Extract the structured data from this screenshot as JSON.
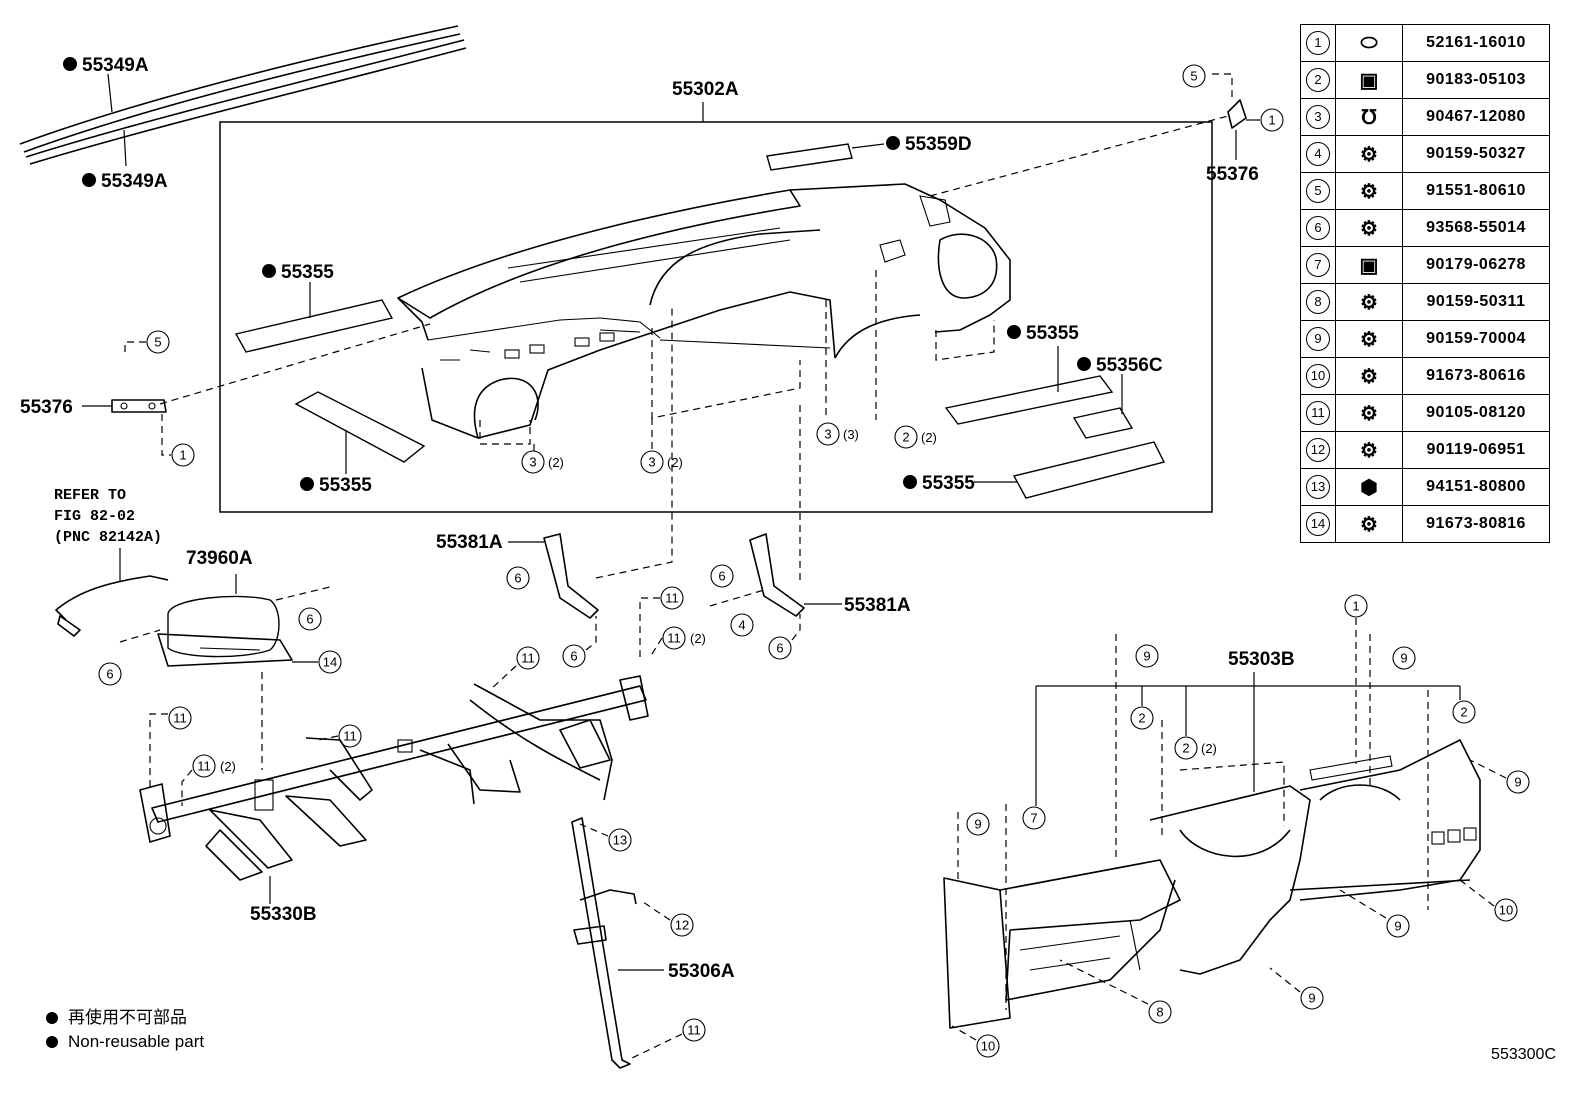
{
  "parts_table": [
    {
      "no": "1",
      "icon": "push-clip-icon",
      "part_no": "52161-16010"
    },
    {
      "no": "2",
      "icon": "speed-nut-icon",
      "part_no": "90183-05103"
    },
    {
      "no": "3",
      "icon": "spring-clip-icon",
      "part_no": "90467-12080"
    },
    {
      "no": "4",
      "icon": "washer-screw-icon",
      "part_no": "90159-50327"
    },
    {
      "no": "5",
      "icon": "washer-screw-icon",
      "part_no": "91551-80610"
    },
    {
      "no": "6",
      "icon": "washer-screw-icon",
      "part_no": "93568-55014"
    },
    {
      "no": "7",
      "icon": "speed-nut-icon",
      "part_no": "90179-06278"
    },
    {
      "no": "8",
      "icon": "washer-screw-icon",
      "part_no": "90159-50311"
    },
    {
      "no": "9",
      "icon": "washer-screw-icon",
      "part_no": "90159-70004"
    },
    {
      "no": "10",
      "icon": "flange-bolt-icon",
      "part_no": "91673-80616"
    },
    {
      "no": "11",
      "icon": "washer-screw-icon",
      "part_no": "90105-08120"
    },
    {
      "no": "12",
      "icon": "washer-screw-icon",
      "part_no": "90119-06951"
    },
    {
      "no": "13",
      "icon": "flange-nut-icon",
      "part_no": "94151-80800"
    },
    {
      "no": "14",
      "icon": "flange-bolt-icon",
      "part_no": "91673-80816"
    }
  ],
  "callouts": {
    "p55349A_top": "55349A",
    "p55349A_bot": "55349A",
    "p55302A": "55302A",
    "p55359D": "55359D",
    "p55376_right": "55376",
    "p55376_left": "55376",
    "p55355_a": "55355",
    "p55355_b": "55355",
    "p55355_c": "55355",
    "p55355_d": "55355",
    "p55356C": "55356C",
    "p73960A": "73960A",
    "p55381A_left": "55381A",
    "p55381A_right": "55381A",
    "p55303B": "55303B",
    "p55330B": "55330B",
    "p55306A": "55306A"
  },
  "qty": {
    "q3_2a": "(2)",
    "q3_2b": "(2)",
    "q3_3": "(3)",
    "q2_2a": "(2)",
    "q11_2a": "(2)",
    "q11_2b": "(2)",
    "q2_2b": "(2)"
  },
  "reference": {
    "line1": "REFER TO",
    "line2": "FIG 82-02",
    "line3": "(PNC 82142A)"
  },
  "legend": {
    "line_jp": "再使用不可部品",
    "line_en": "Non-reusable part"
  },
  "figure_code": "553300C"
}
